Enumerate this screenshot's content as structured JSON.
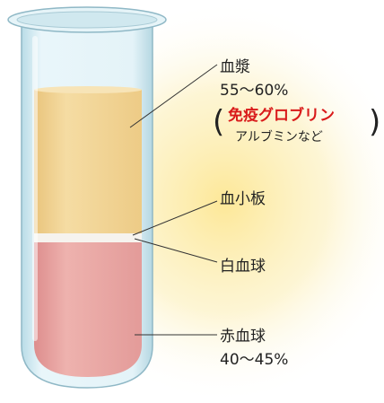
{
  "diagram": {
    "labels": {
      "plasma": "血漿",
      "plasma_percent": "55〜60%",
      "plasma_proteins_primary": "免疫グロブリン",
      "plasma_proteins_secondary": "アルブミンなど",
      "platelets": "血小板",
      "white_blood_cells": "白血球",
      "red_blood_cells": "赤血球",
      "red_percent": "40〜45%"
    },
    "colors": {
      "glow": "#fbe58a",
      "plasma": "#f1d28f",
      "buffy_coat": "#f4f0ea",
      "red_cells": "#e8a3a1",
      "glass": "#d7ecf2",
      "highlight": "#d91a1a"
    }
  }
}
